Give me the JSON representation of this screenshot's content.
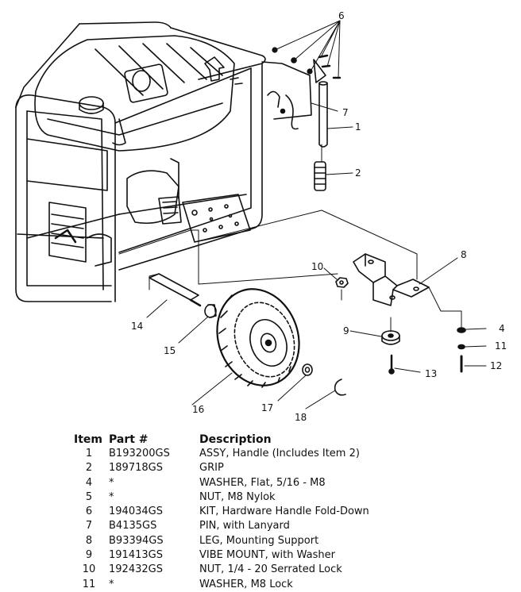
{
  "callouts": {
    "c1": "1",
    "c2": "2",
    "c4": "4",
    "c6": "6",
    "c7": "7",
    "c8": "8",
    "c9": "9",
    "c10": "10",
    "c11": "11",
    "c12": "12",
    "c13": "13",
    "c14": "14",
    "c15": "15",
    "c16": "16",
    "c17": "17",
    "c18": "18"
  },
  "table": {
    "headers": {
      "item": "Item",
      "part": "Part #",
      "description": "Description"
    },
    "rows": [
      {
        "item": "1",
        "part": "B193200GS",
        "description": "ASSY, Handle (Includes Item 2)"
      },
      {
        "item": "2",
        "part": "189718GS",
        "description": "GRIP"
      },
      {
        "item": "4",
        "part": "*",
        "description": "WASHER, Flat, 5/16 - M8"
      },
      {
        "item": "5",
        "part": "*",
        "description": "NUT, M8 Nylok"
      },
      {
        "item": "6",
        "part": "194034GS",
        "description": "KIT, Hardware Handle Fold-Down"
      },
      {
        "item": "7",
        "part": "B4135GS",
        "description": "PIN, with Lanyard"
      },
      {
        "item": "8",
        "part": "B93394GS",
        "description": "LEG, Mounting Support"
      },
      {
        "item": "9",
        "part": "191413GS",
        "description": "VIBE MOUNT, with Washer"
      },
      {
        "item": "10",
        "part": "192432GS",
        "description": "NUT, 1/4 - 20 Serrated Lock"
      },
      {
        "item": "11",
        "part": "*",
        "description": "WASHER, M8 Lock"
      }
    ]
  }
}
